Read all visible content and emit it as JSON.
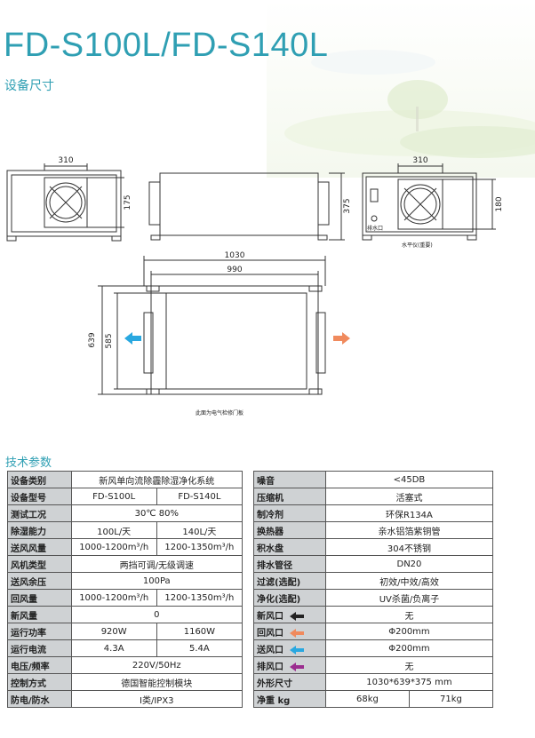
{
  "header": {
    "title": "FD-S100L/FD-S140L",
    "subtitle": "设备尺寸"
  },
  "drawings": {
    "front_width": "310",
    "front_height": "175",
    "side_height": "375",
    "back_width": "310",
    "back_height": "180",
    "back_label": "排水口",
    "back_note": "水平仪(重要)",
    "top_outer_width": "1030",
    "top_inner_width": "990",
    "top_outer_height": "639",
    "top_inner_height": "585",
    "top_note": "此面为电气检修门板"
  },
  "spec": {
    "section_title": "技术参数",
    "left_rows": [
      {
        "label": "设备类别",
        "cells": [
          "新风单向流除霾除湿净化系统"
        ]
      },
      {
        "label": "设备型号",
        "cells": [
          "FD-S100L",
          "FD-S140L"
        ]
      },
      {
        "label": "测试工况",
        "cells": [
          "30℃ 80%"
        ]
      },
      {
        "label": "除湿能力",
        "cells": [
          "100L/天",
          "140L/天"
        ]
      },
      {
        "label": "送风风量",
        "cells": [
          "1000-1200m³/h",
          "1200-1350m³/h"
        ]
      },
      {
        "label": "风机类型",
        "cells": [
          "两挡可调/无级调速"
        ]
      },
      {
        "label": "送风余压",
        "cells": [
          "100Pa"
        ]
      },
      {
        "label": "回风量",
        "cells": [
          "1000-1200m³/h",
          "1200-1350m³/h"
        ]
      },
      {
        "label": "新风量",
        "cells": [
          "0"
        ]
      },
      {
        "label": "运行功率",
        "cells": [
          "920W",
          "1160W"
        ]
      },
      {
        "label": "运行电流",
        "cells": [
          "4.3A",
          "5.4A"
        ]
      },
      {
        "label": "电压/频率",
        "cells": [
          "220V/50Hz"
        ]
      },
      {
        "label": "控制方式",
        "cells": [
          "德国智能控制模块"
        ]
      },
      {
        "label": "防电/防水",
        "cells": [
          "I类/IPX3"
        ]
      }
    ],
    "right_rows": [
      {
        "label": "噪音",
        "cells": [
          "<45DB"
        ]
      },
      {
        "label": "压缩机",
        "cells": [
          "活塞式"
        ]
      },
      {
        "label": "制冷剂",
        "cells": [
          "环保R134A"
        ]
      },
      {
        "label": "换热器",
        "cells": [
          "亲水铝箔紫铜管"
        ]
      },
      {
        "label": "积水盘",
        "cells": [
          "304不锈钢"
        ]
      },
      {
        "label": "排水管径",
        "cells": [
          "DN20"
        ]
      },
      {
        "label": "过滤(选配)",
        "cells": [
          "初效/中效/高效"
        ]
      },
      {
        "label": "净化(选配)",
        "cells": [
          "UV杀菌/负离子"
        ]
      },
      {
        "label": "新风口",
        "arrow": "black",
        "cells": [
          "无"
        ]
      },
      {
        "label": "回风口",
        "arrow": "orange",
        "cells": [
          "Φ200mm"
        ]
      },
      {
        "label": "送风口",
        "arrow": "blue",
        "cells": [
          "Φ200mm"
        ]
      },
      {
        "label": "排风口",
        "arrow": "purple",
        "cells": [
          "无"
        ]
      },
      {
        "label": "外形尺寸",
        "cells": [
          "1030*639*375 mm"
        ]
      },
      {
        "label": "净重 kg",
        "cells": [
          "68kg",
          "71kg"
        ]
      }
    ]
  },
  "colors": {
    "accent": "#2f9fb3",
    "label_bg": "#cfd2d4",
    "arrow_black": "#222222",
    "arrow_orange": "#f08a5d",
    "arrow_blue": "#29a8e0",
    "arrow_purple": "#9b2d8f"
  }
}
